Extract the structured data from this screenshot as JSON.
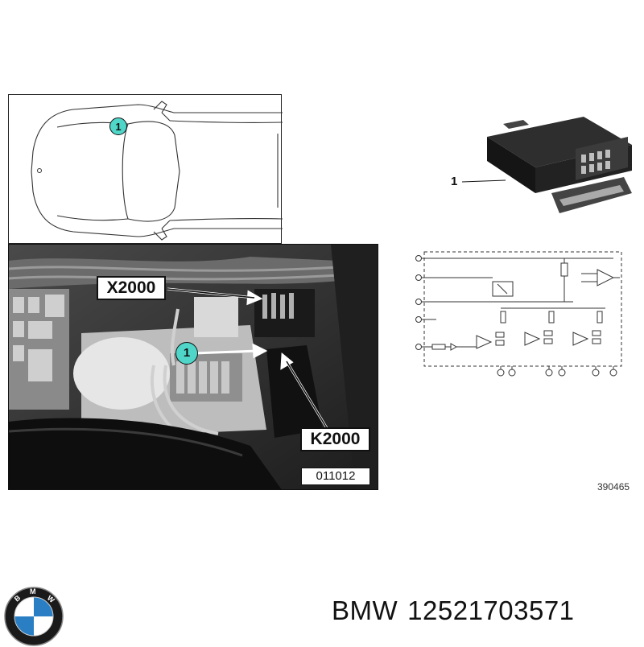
{
  "car_view": {
    "badge": "1"
  },
  "photo": {
    "badge": "1",
    "callout_connector": "X2000",
    "callout_relay": "K2000",
    "image_code": "011012"
  },
  "relay": {
    "label": "1"
  },
  "schematic": {
    "image_code": "390465"
  },
  "brand": {
    "name": "BMW",
    "part_number": "12521703571",
    "logo_icon": "bmw-roundel-icon",
    "colors": {
      "blue": "#2a7fc4",
      "black": "#111111",
      "white": "#ffffff"
    }
  },
  "colors": {
    "badge_fill": "#4fd6c8"
  }
}
